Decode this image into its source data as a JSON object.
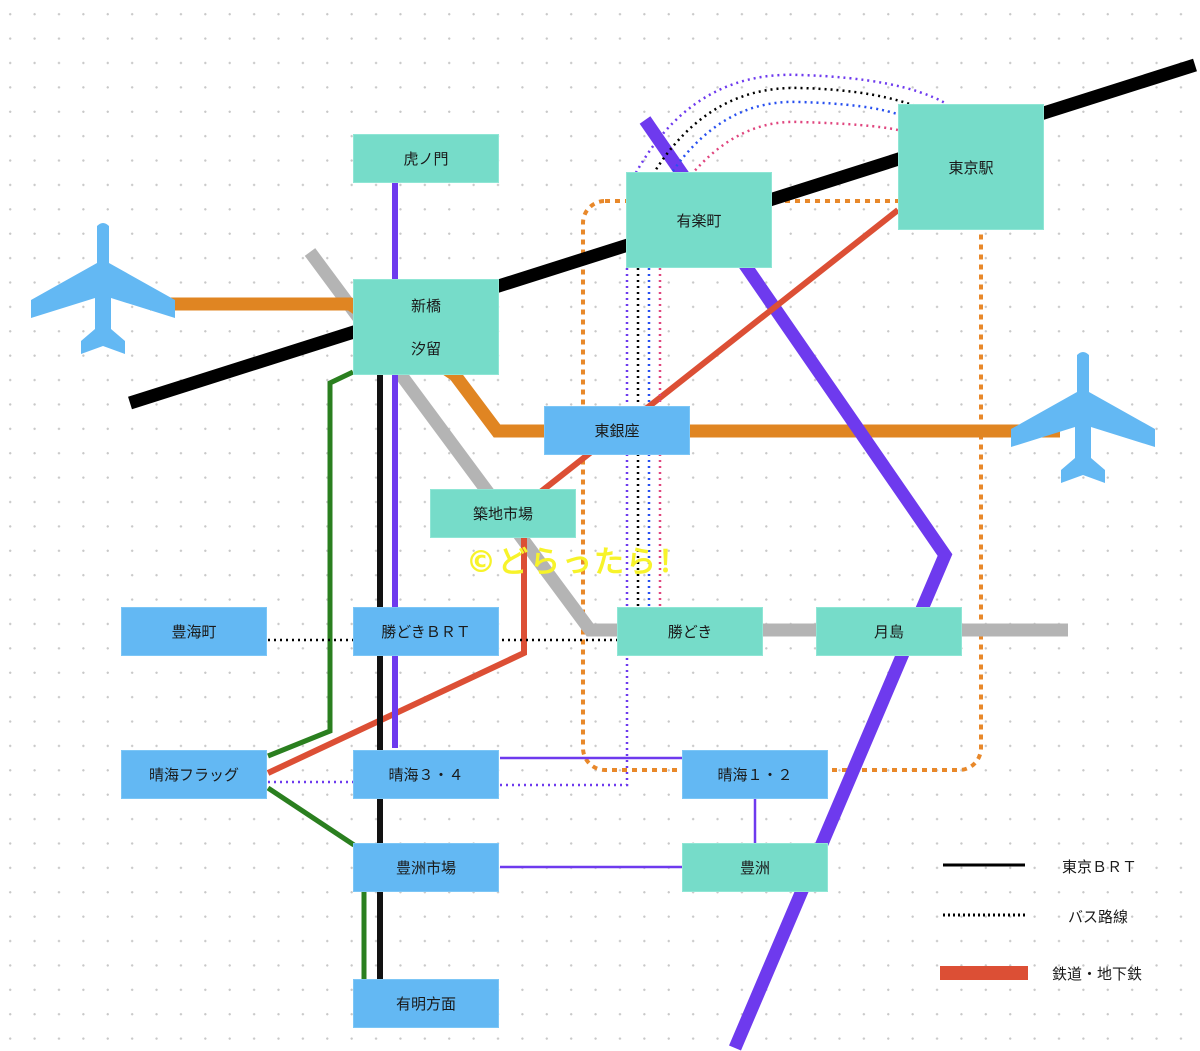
{
  "title": "Tokyo Bay area transit map",
  "colors": {
    "teal_station": "#76dcc9",
    "blue_station": "#63b8f3",
    "brt": "#000000",
    "rail_red": "#dc4f35",
    "orange_line": "#e08522",
    "gray_line": "#b4b4b4",
    "purple_line": "#6e3aee",
    "green_line": "#2a7f1f",
    "bus_blue": "#2850f0",
    "bus_pink": "#e0467f",
    "loop_orange": "#e8882a",
    "airplane": "#63b8f3",
    "watermark": "#f7f32a"
  },
  "stations": {
    "toranomon": "虎ノ門",
    "shimbashi": "新橋",
    "shiodome": "汐留",
    "yurakucho": "有楽町",
    "tokyo": "東京駅",
    "higashiginza": "東銀座",
    "tsukiji": "築地市場",
    "toyomicho": "豊海町",
    "kachidoki_brt": "勝どきＢＲＴ",
    "kachidoki": "勝どき",
    "tsukishima": "月島",
    "harumi_flag": "晴海フラッグ",
    "harumi34": "晴海３・４",
    "harumi12": "晴海１・２",
    "toyosu_market": "豊洲市場",
    "toyosu": "豊洲",
    "ariake": "有明方面"
  },
  "icons": [
    "airplane-icon-haneda",
    "airplane-icon-narita"
  ],
  "watermark": "©どらったら！",
  "legend": {
    "brt": "東京ＢＲＴ",
    "bus": "バス路線",
    "rail": "鉄道・地下鉄"
  }
}
